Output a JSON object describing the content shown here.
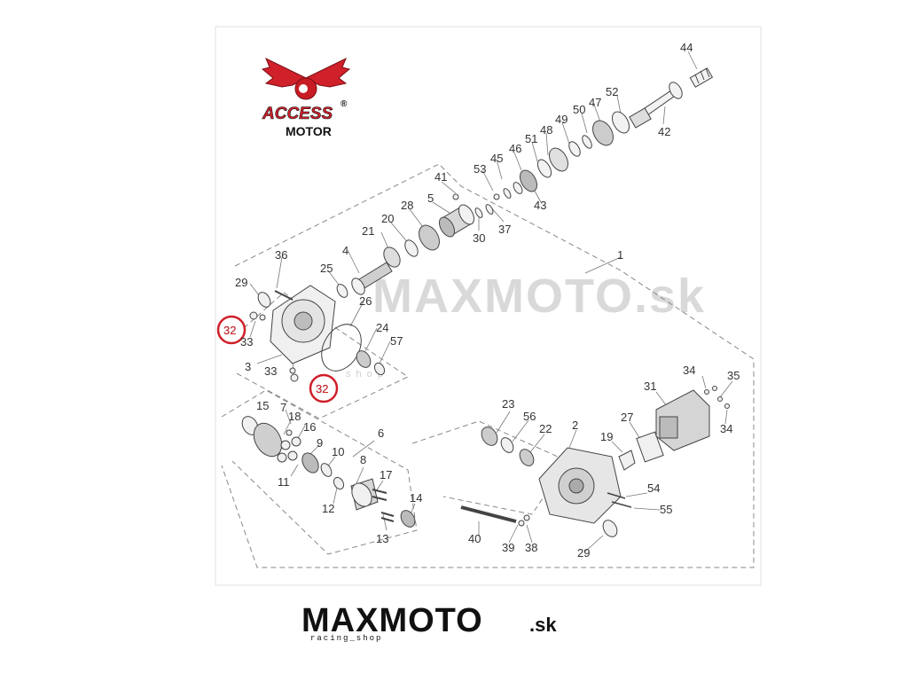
{
  "logo_top": {
    "brand_line1": "ACCESS",
    "registered": "®",
    "brand_line2": "MOTOR"
  },
  "watermark": {
    "text": "MAXMOTO.sk",
    "sub": "shop"
  },
  "logo_bottom": {
    "main": "MAXMOTO",
    "suffix": ".sk",
    "tagline": "racing_shop"
  },
  "highlight_color": "#d0202a",
  "highlighted_parts": [
    "32",
    "32"
  ],
  "labels": {
    "l44": "44",
    "l52": "52",
    "l47": "47",
    "l50": "50",
    "l49": "49",
    "l48": "48",
    "l51": "51",
    "l46": "46",
    "l45": "45",
    "l53": "53",
    "l42": "42",
    "l43": "43",
    "l41": "41",
    "l5": "5",
    "l28": "28",
    "l20": "20",
    "l21": "21",
    "l30": "30",
    "l37": "37",
    "l36": "36",
    "l25": "25",
    "l4": "4",
    "l29a": "29",
    "l26": "26",
    "l24": "24",
    "l57": "57",
    "l33a": "33",
    "l3": "3",
    "l33b": "33",
    "l1": "1",
    "l15": "15",
    "l7": "7",
    "l18": "18",
    "l16": "16",
    "l9": "9",
    "l10": "10",
    "l6": "6",
    "l8": "8",
    "l11": "11",
    "l17": "17",
    "l12": "12",
    "l13": "13",
    "l14": "14",
    "l23": "23",
    "l56": "56",
    "l22": "22",
    "l2": "2",
    "l19": "19",
    "l27": "27",
    "l31": "31",
    "l34a": "34",
    "l35": "35",
    "l34b": "34",
    "l54": "54",
    "l55": "55",
    "l40": "40",
    "l39": "39",
    "l38": "38",
    "l29b": "29"
  }
}
